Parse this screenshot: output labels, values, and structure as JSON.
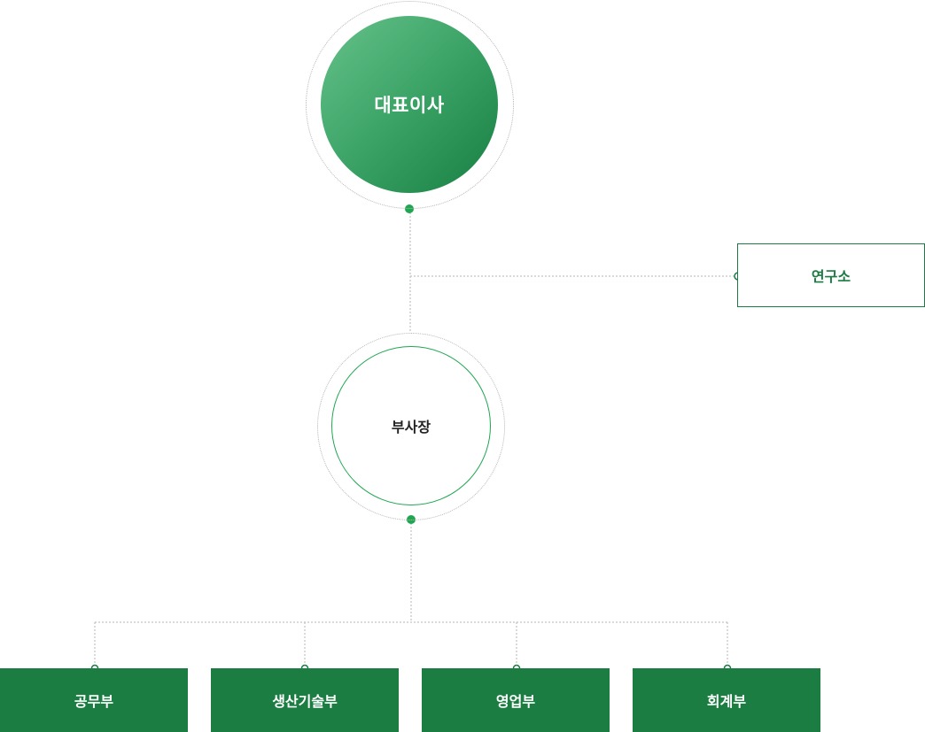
{
  "org_chart": {
    "ceo": {
      "label": "대표이사"
    },
    "research_lab": {
      "label": "연구소"
    },
    "vice_president": {
      "label": "부사장"
    },
    "departments": [
      {
        "label": "공무부"
      },
      {
        "label": "생산기술부"
      },
      {
        "label": "영업부"
      },
      {
        "label": "회계부"
      }
    ]
  },
  "colors": {
    "primary_green": "#1b7d42",
    "accent_green": "#1fa650",
    "connector_gray": "#b5b5b5"
  }
}
